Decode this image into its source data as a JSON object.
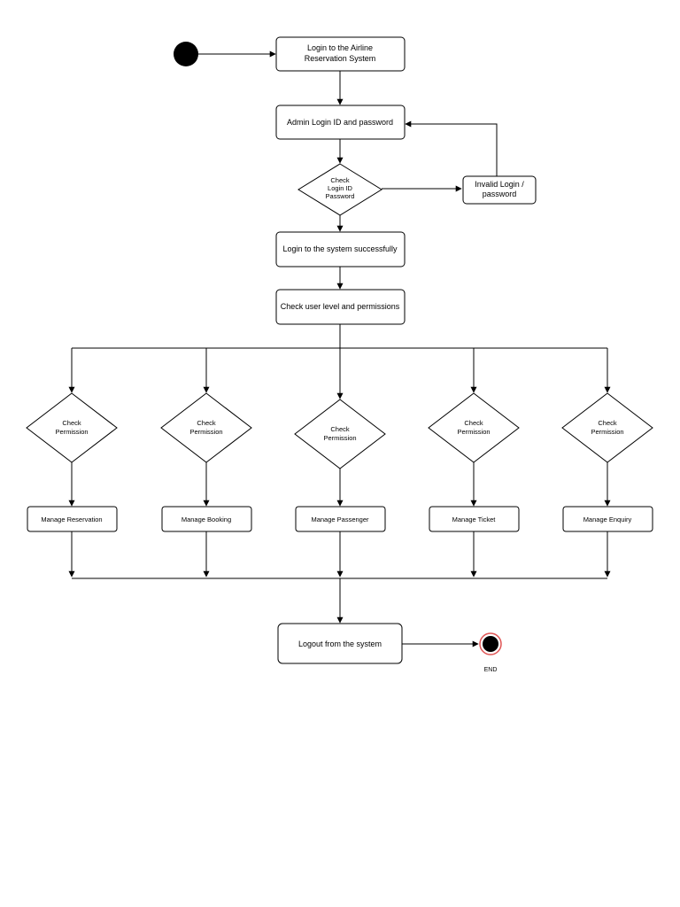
{
  "diagram": {
    "nodes": {
      "login_airline": {
        "line1": "Login to the Airline",
        "line2": "Reservation System"
      },
      "admin_login": {
        "label": "Admin Login ID and password"
      },
      "check_login": {
        "line1": "Check",
        "line2": "Login ID",
        "line3": "Password"
      },
      "invalid_login": {
        "line1": "Invalid Login /",
        "line2": "password"
      },
      "login_success": {
        "label": "Login to the system successfully"
      },
      "check_level": {
        "label": "Check user level and permissions"
      },
      "perm_1": {
        "line1": "Check",
        "line2": "Permission"
      },
      "perm_2": {
        "line1": "Check",
        "line2": "Permission"
      },
      "perm_3": {
        "line1": "Check",
        "line2": "Permission"
      },
      "perm_4": {
        "line1": "Check",
        "line2": "Permission"
      },
      "perm_5": {
        "line1": "Check",
        "line2": "Permission"
      },
      "manage_reservation": {
        "label": "Manage Reservation"
      },
      "manage_booking": {
        "label": "Manage Booking"
      },
      "manage_passenger": {
        "label": "Manage Passenger"
      },
      "manage_ticket": {
        "label": "Manage Ticket"
      },
      "manage_enquiry": {
        "label": "Manage Enquiry"
      },
      "logout": {
        "label": "Logout from the system"
      },
      "end": {
        "label": "END"
      }
    },
    "colors": {
      "line": "#000000",
      "start_fill": "#000000",
      "end_ring": "#e05555"
    }
  }
}
